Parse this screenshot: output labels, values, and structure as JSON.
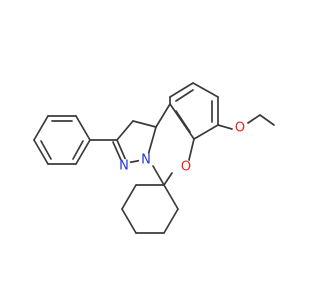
{
  "molecule": {
    "atoms": {
      "ring_oxygen": {
        "label": "O",
        "color": "#e8231f"
      },
      "ethoxy_oxygen": {
        "label": "O",
        "color": "#e8231f"
      },
      "pyrazole_n_ring": {
        "label": "N",
        "color": "#2233dd"
      },
      "pyrazole_n_imine": {
        "label": "N",
        "color": "#2233dd"
      }
    },
    "bond_color": "#3a3a3a"
  }
}
